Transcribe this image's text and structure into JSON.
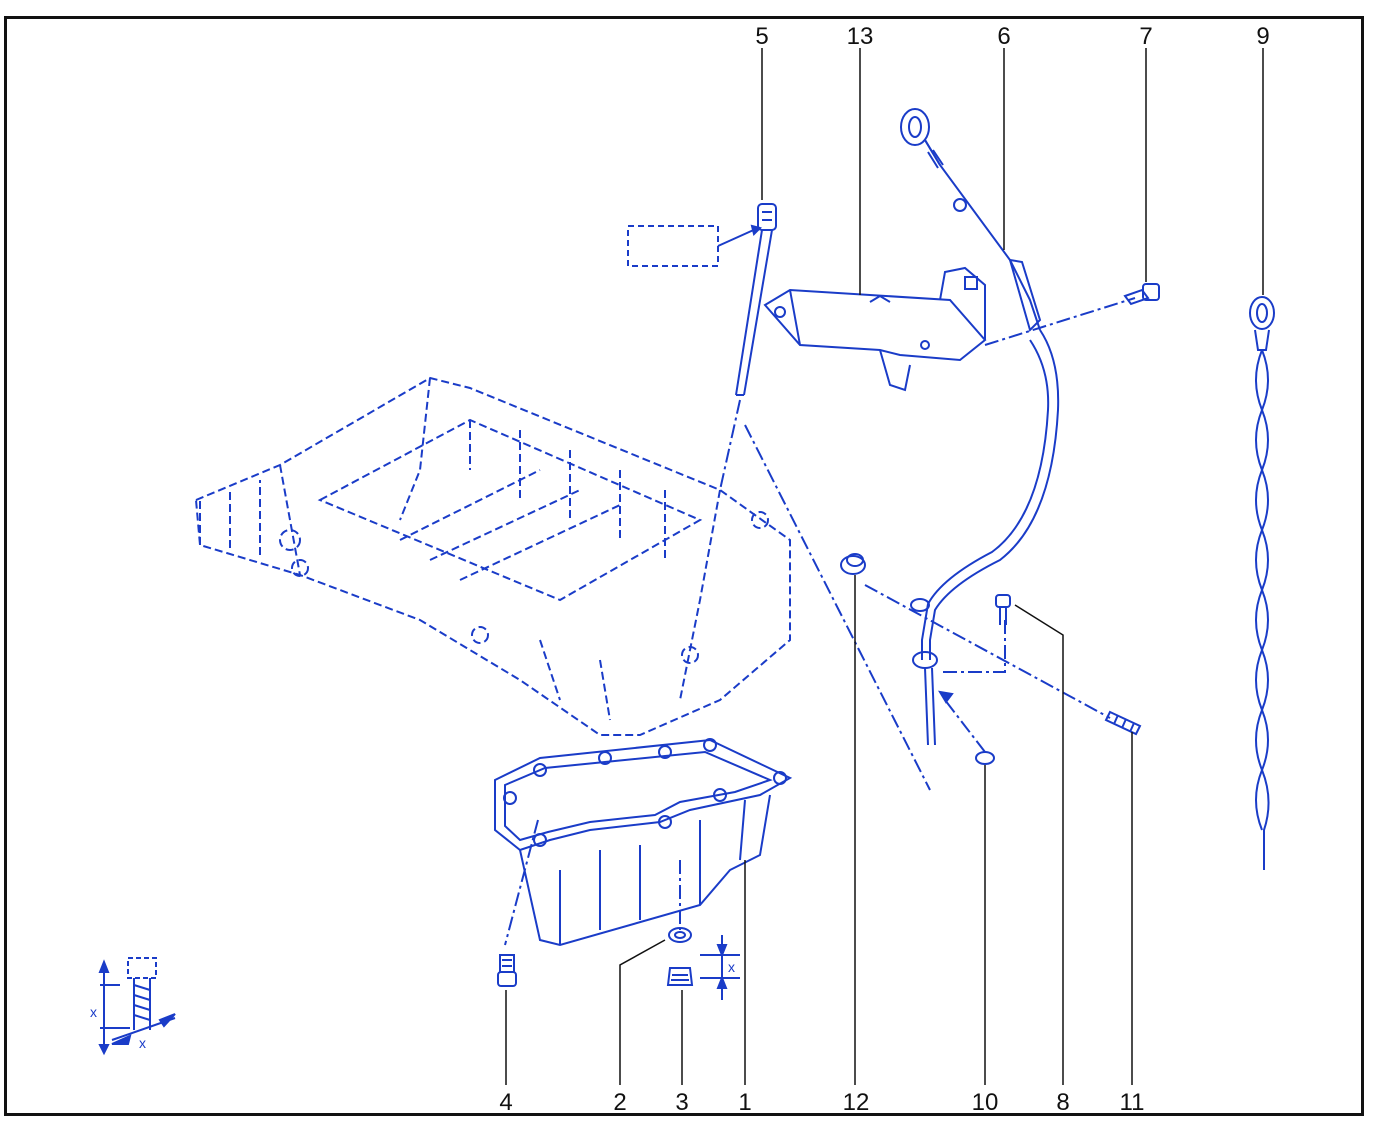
{
  "diagram": {
    "line_color": "#1a3cc8",
    "label_color": "#111111",
    "callouts": {
      "c1": "1",
      "c2": "2",
      "c3": "3",
      "c4": "4",
      "c5": "5",
      "c6": "6",
      "c7": "7",
      "c8": "8",
      "c9": "9",
      "c10": "10",
      "c11": "11",
      "c12": "12",
      "c13": "13"
    },
    "dimension_marks": {
      "plug_x": "x",
      "bolt_x_vertical": "x",
      "bolt_x_horizontal": "x"
    },
    "parts": [
      "oil-sump-upper-housing",
      "oil-pan",
      "drain-plug",
      "drain-plug-seal",
      "pan-bolt",
      "dipstick-tube-upper",
      "dipstick-tube",
      "bracket",
      "dipstick",
      "tube-bolt",
      "stud",
      "o-ring",
      "grommet"
    ]
  }
}
